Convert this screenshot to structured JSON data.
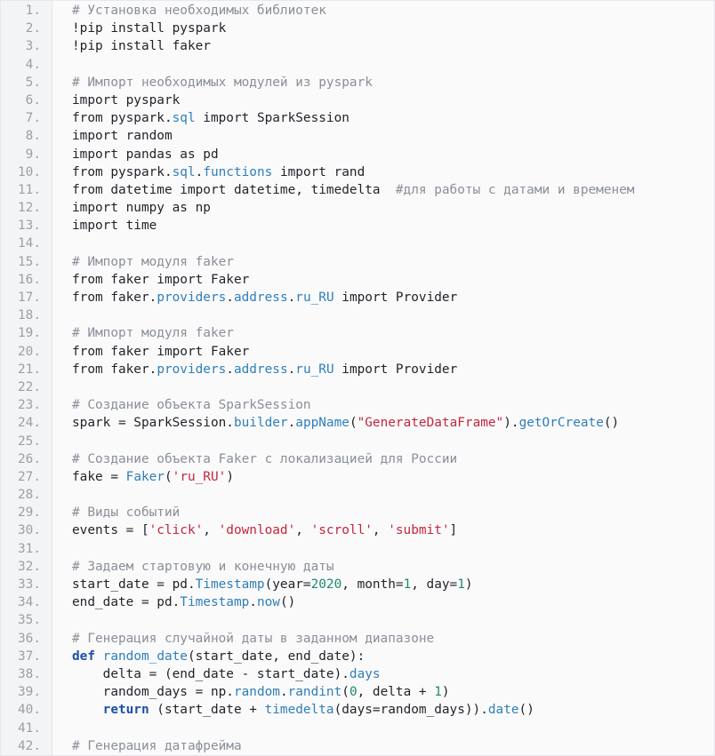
{
  "colors": {
    "background": "#fafafb",
    "gutter": "#f3f4f6",
    "line_number": "#9aa0a8",
    "comment": "#8a8f98",
    "attribute": "#2f7fb8",
    "string": "#c4263b",
    "number": "#1d8a6b",
    "keyword": "#1f4fa8",
    "text": "#1f2328"
  },
  "code": {
    "lines": [
      {
        "n": "1.",
        "tokens": [
          {
            "t": "comment",
            "v": "# Установка необходимых библиотек"
          }
        ]
      },
      {
        "n": "2.",
        "tokens": [
          {
            "t": "ident",
            "v": "!pip install pyspark"
          }
        ]
      },
      {
        "n": "3.",
        "tokens": [
          {
            "t": "ident",
            "v": "!pip install faker"
          }
        ]
      },
      {
        "n": "4.",
        "tokens": []
      },
      {
        "n": "5.",
        "tokens": [
          {
            "t": "comment",
            "v": "# Импорт необходимых модулей из pyspark"
          }
        ]
      },
      {
        "n": "6.",
        "tokens": [
          {
            "t": "ident",
            "v": "import pyspark"
          }
        ]
      },
      {
        "n": "7.",
        "tokens": [
          {
            "t": "ident",
            "v": "from pyspark."
          },
          {
            "t": "attr",
            "v": "sql"
          },
          {
            "t": "ident",
            "v": " import SparkSession"
          }
        ]
      },
      {
        "n": "8.",
        "tokens": [
          {
            "t": "ident",
            "v": "import random"
          }
        ]
      },
      {
        "n": "9.",
        "tokens": [
          {
            "t": "ident",
            "v": "import pandas as pd"
          }
        ]
      },
      {
        "n": "10.",
        "tokens": [
          {
            "t": "ident",
            "v": "from pyspark."
          },
          {
            "t": "attr",
            "v": "sql"
          },
          {
            "t": "ident",
            "v": "."
          },
          {
            "t": "attr",
            "v": "functions"
          },
          {
            "t": "ident",
            "v": " import rand"
          }
        ]
      },
      {
        "n": "11.",
        "tokens": [
          {
            "t": "ident",
            "v": "from datetime import datetime, timedelta  "
          },
          {
            "t": "comment",
            "v": "#для работы с датами и временем"
          }
        ]
      },
      {
        "n": "12.",
        "tokens": [
          {
            "t": "ident",
            "v": "import numpy as np"
          }
        ]
      },
      {
        "n": "13.",
        "tokens": [
          {
            "t": "ident",
            "v": "import time"
          }
        ]
      },
      {
        "n": "14.",
        "tokens": []
      },
      {
        "n": "15.",
        "tokens": [
          {
            "t": "comment",
            "v": "# Импорт модуля faker"
          }
        ]
      },
      {
        "n": "16.",
        "tokens": [
          {
            "t": "ident",
            "v": "from faker import Faker"
          }
        ]
      },
      {
        "n": "17.",
        "tokens": [
          {
            "t": "ident",
            "v": "from faker."
          },
          {
            "t": "attr",
            "v": "providers"
          },
          {
            "t": "ident",
            "v": "."
          },
          {
            "t": "attr",
            "v": "address"
          },
          {
            "t": "ident",
            "v": "."
          },
          {
            "t": "attr",
            "v": "ru_RU"
          },
          {
            "t": "ident",
            "v": " import Provider"
          }
        ]
      },
      {
        "n": "18.",
        "tokens": []
      },
      {
        "n": "19.",
        "tokens": [
          {
            "t": "comment",
            "v": "# Импорт модуля faker"
          }
        ]
      },
      {
        "n": "20.",
        "tokens": [
          {
            "t": "ident",
            "v": "from faker import Faker"
          }
        ]
      },
      {
        "n": "21.",
        "tokens": [
          {
            "t": "ident",
            "v": "from faker."
          },
          {
            "t": "attr",
            "v": "providers"
          },
          {
            "t": "ident",
            "v": "."
          },
          {
            "t": "attr",
            "v": "address"
          },
          {
            "t": "ident",
            "v": "."
          },
          {
            "t": "attr",
            "v": "ru_RU"
          },
          {
            "t": "ident",
            "v": " import Provider"
          }
        ]
      },
      {
        "n": "22.",
        "tokens": []
      },
      {
        "n": "23.",
        "tokens": [
          {
            "t": "comment",
            "v": "# Создание объекта SparkSession"
          }
        ]
      },
      {
        "n": "24.",
        "tokens": [
          {
            "t": "ident",
            "v": "spark = SparkSession."
          },
          {
            "t": "attr",
            "v": "builder"
          },
          {
            "t": "ident",
            "v": "."
          },
          {
            "t": "attr",
            "v": "appName"
          },
          {
            "t": "ident",
            "v": "("
          },
          {
            "t": "str",
            "v": "\"GenerateDataFrame\""
          },
          {
            "t": "ident",
            "v": ")."
          },
          {
            "t": "attr",
            "v": "getOrCreate"
          },
          {
            "t": "ident",
            "v": "()"
          }
        ]
      },
      {
        "n": "25.",
        "tokens": []
      },
      {
        "n": "26.",
        "tokens": [
          {
            "t": "comment",
            "v": "# Создание объекта Faker с локализацией для России"
          }
        ]
      },
      {
        "n": "27.",
        "tokens": [
          {
            "t": "ident",
            "v": "fake = "
          },
          {
            "t": "attr",
            "v": "Faker"
          },
          {
            "t": "ident",
            "v": "("
          },
          {
            "t": "str",
            "v": "'ru_RU'"
          },
          {
            "t": "ident",
            "v": ")"
          }
        ]
      },
      {
        "n": "28.",
        "tokens": []
      },
      {
        "n": "29.",
        "tokens": [
          {
            "t": "comment",
            "v": "# Виды событий"
          }
        ]
      },
      {
        "n": "30.",
        "tokens": [
          {
            "t": "ident",
            "v": "events = ["
          },
          {
            "t": "str",
            "v": "'click'"
          },
          {
            "t": "ident",
            "v": ", "
          },
          {
            "t": "str",
            "v": "'download'"
          },
          {
            "t": "ident",
            "v": ", "
          },
          {
            "t": "str",
            "v": "'scroll'"
          },
          {
            "t": "ident",
            "v": ", "
          },
          {
            "t": "str",
            "v": "'submit'"
          },
          {
            "t": "ident",
            "v": "]"
          }
        ]
      },
      {
        "n": "31.",
        "tokens": []
      },
      {
        "n": "32.",
        "tokens": [
          {
            "t": "comment",
            "v": "# Задаем стартовую и конечную даты"
          }
        ]
      },
      {
        "n": "33.",
        "tokens": [
          {
            "t": "ident",
            "v": "start_date = pd."
          },
          {
            "t": "attr",
            "v": "Timestamp"
          },
          {
            "t": "ident",
            "v": "(year="
          },
          {
            "t": "num",
            "v": "2020"
          },
          {
            "t": "ident",
            "v": ", month="
          },
          {
            "t": "num",
            "v": "1"
          },
          {
            "t": "ident",
            "v": ", day="
          },
          {
            "t": "num",
            "v": "1"
          },
          {
            "t": "ident",
            "v": ")"
          }
        ]
      },
      {
        "n": "34.",
        "tokens": [
          {
            "t": "ident",
            "v": "end_date = pd."
          },
          {
            "t": "attr",
            "v": "Timestamp"
          },
          {
            "t": "ident",
            "v": "."
          },
          {
            "t": "attr",
            "v": "now"
          },
          {
            "t": "ident",
            "v": "()"
          }
        ]
      },
      {
        "n": "35.",
        "tokens": []
      },
      {
        "n": "36.",
        "tokens": [
          {
            "t": "comment",
            "v": "# Генерация случайной даты в заданном диапазоне"
          }
        ]
      },
      {
        "n": "37.",
        "tokens": [
          {
            "t": "kw",
            "v": "def"
          },
          {
            "t": "ident",
            "v": " "
          },
          {
            "t": "attr",
            "v": "random_date"
          },
          {
            "t": "ident",
            "v": "(start_date, end_date):"
          }
        ]
      },
      {
        "n": "38.",
        "tokens": [
          {
            "t": "ident",
            "v": "    delta = (end_date - start_date)."
          },
          {
            "t": "attr",
            "v": "days"
          }
        ]
      },
      {
        "n": "39.",
        "tokens": [
          {
            "t": "ident",
            "v": "    random_days = np."
          },
          {
            "t": "attr",
            "v": "random"
          },
          {
            "t": "ident",
            "v": "."
          },
          {
            "t": "attr",
            "v": "randint"
          },
          {
            "t": "ident",
            "v": "("
          },
          {
            "t": "num",
            "v": "0"
          },
          {
            "t": "ident",
            "v": ", delta + "
          },
          {
            "t": "num",
            "v": "1"
          },
          {
            "t": "ident",
            "v": ")"
          }
        ]
      },
      {
        "n": "40.",
        "tokens": [
          {
            "t": "ident",
            "v": "    "
          },
          {
            "t": "kw",
            "v": "return"
          },
          {
            "t": "ident",
            "v": " (start_date + "
          },
          {
            "t": "attr",
            "v": "timedelta"
          },
          {
            "t": "ident",
            "v": "(days=random_days))."
          },
          {
            "t": "attr",
            "v": "date"
          },
          {
            "t": "ident",
            "v": "()"
          }
        ]
      },
      {
        "n": "41.",
        "tokens": []
      },
      {
        "n": "42.",
        "tokens": [
          {
            "t": "comment",
            "v": "# Генерация датафрейма"
          }
        ]
      }
    ]
  }
}
